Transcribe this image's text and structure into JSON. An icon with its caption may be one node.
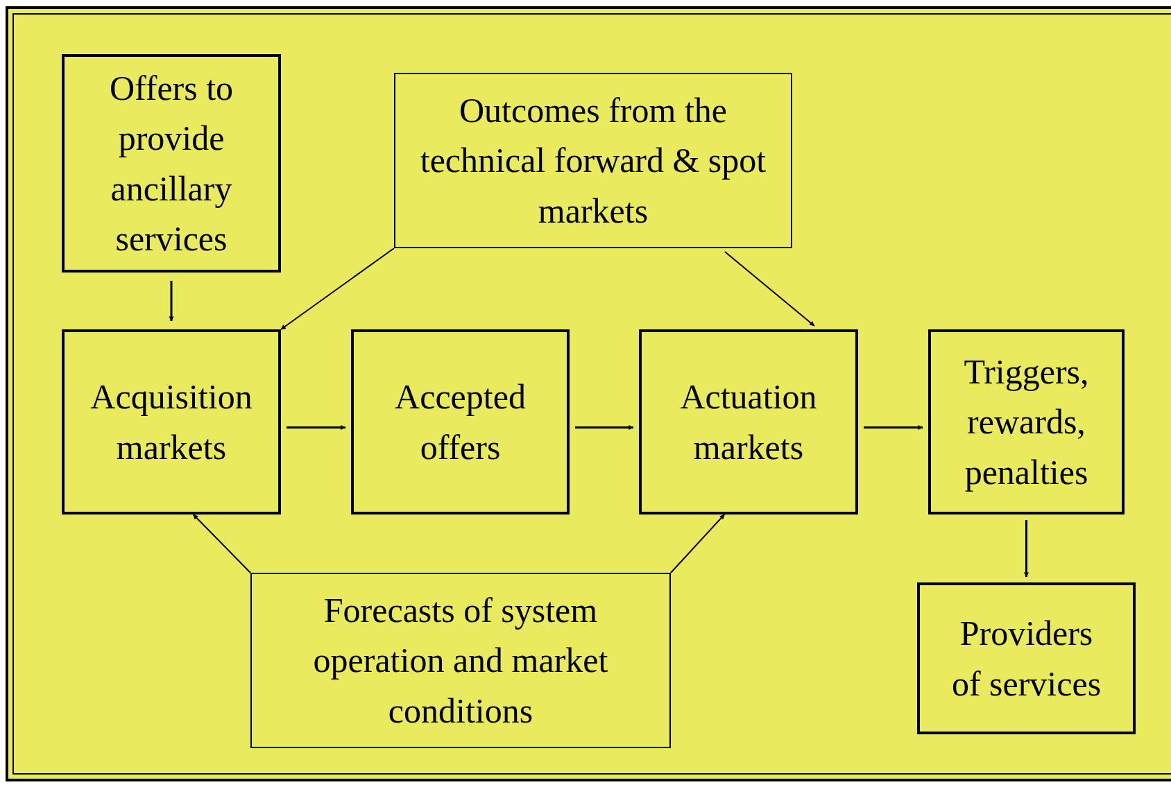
{
  "diagram": {
    "nodes": [
      {
        "text": [
          "Offers to provide ancillary services"
        ]
      },
      {
        "text": [
          "Outcomes from the technical forward & spot markets"
        ]
      },
      {
        "text": [
          "Acquisition markets"
        ]
      },
      {
        "text": [
          "Accepted offers"
        ]
      },
      {
        "text": [
          "Actuation markets"
        ]
      },
      {
        "text": [
          "Triggers, rewards, penalties"
        ]
      },
      {
        "text": [
          "Forecasts of system operation and market conditions"
        ]
      },
      {
        "text": [
          "Providers of services"
        ]
      }
    ],
    "edges": [
      {
        "from": 0,
        "to": 2,
        "arrow": "to"
      },
      {
        "from": 1,
        "to": 2,
        "arrow": "to"
      },
      {
        "from": 1,
        "to": 4,
        "arrow": "to"
      },
      {
        "from": 2,
        "to": 3,
        "arrow": "to"
      },
      {
        "from": 3,
        "to": 4,
        "arrow": "to"
      },
      {
        "from": 4,
        "to": 5,
        "arrow": "to"
      },
      {
        "from": 5,
        "to": 7,
        "arrow": "to"
      },
      {
        "from": 6,
        "to": 2,
        "arrow": "to"
      },
      {
        "from": 6,
        "to": 4,
        "arrow": "to"
      }
    ]
  }
}
